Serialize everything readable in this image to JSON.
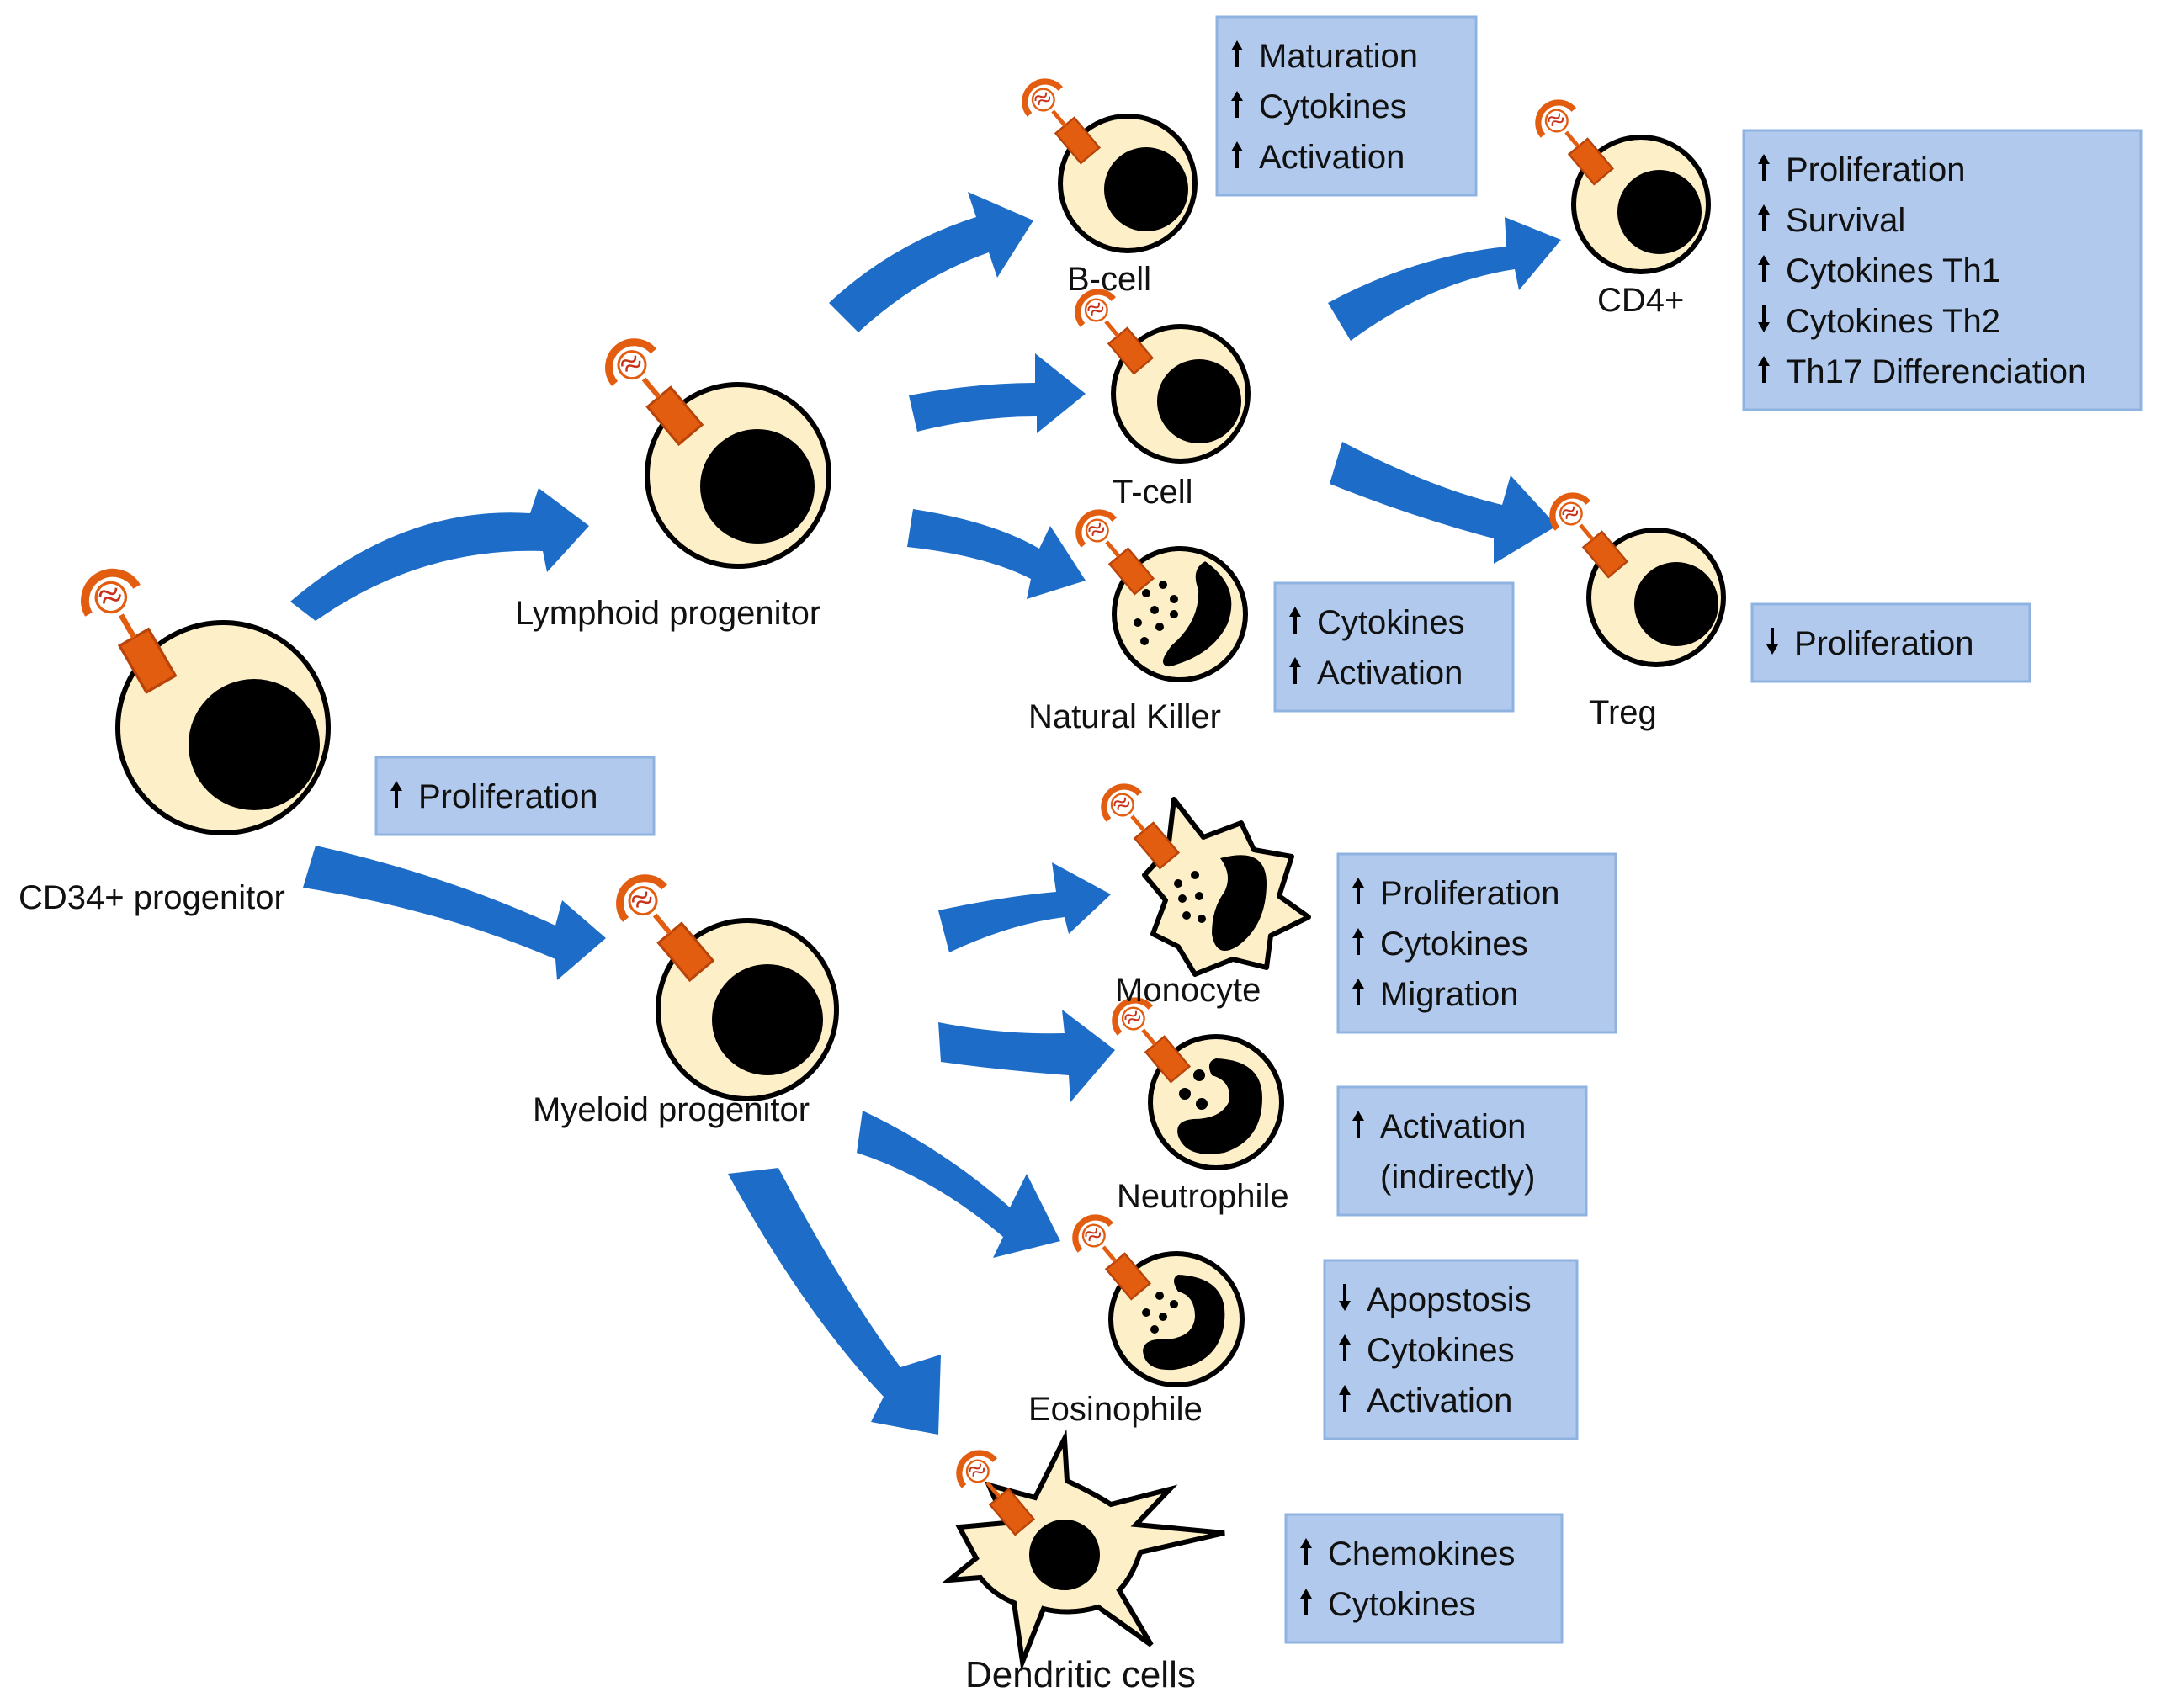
{
  "colors": {
    "arrow": "#1c6cc8",
    "cell_fill": "#fdf0c8",
    "cell_stroke": "#000000",
    "nucleus": "#000000",
    "receptor": "#e35d11",
    "effect_box_fill": "#b0c9ec",
    "effect_box_stroke": "#8fb3e0"
  },
  "cells": {
    "cd34": "CD34+ progenitor",
    "lymphoid": "Lymphoid progenitor",
    "myeloid": "Myeloid progenitor",
    "bcell": "B-cell",
    "tcell": "T-cell",
    "nk": "Natural Killer",
    "cd4": "CD4+",
    "treg": "Treg",
    "monocyte": "Monocyte",
    "neutrophile": "Neutrophile",
    "eosinophile": "Eosinophile",
    "dendritic": "Dendritic cells"
  },
  "effects": {
    "cd34": [
      {
        "dir": "up",
        "text": "Proliferation"
      }
    ],
    "bcell": [
      {
        "dir": "up",
        "text": "Maturation"
      },
      {
        "dir": "up",
        "text": "Cytokines"
      },
      {
        "dir": "up",
        "text": "Activation"
      }
    ],
    "cd4": [
      {
        "dir": "up",
        "text": "Proliferation"
      },
      {
        "dir": "up",
        "text": "Survival"
      },
      {
        "dir": "up",
        "text": "Cytokines Th1"
      },
      {
        "dir": "down",
        "text": "Cytokines Th2"
      },
      {
        "dir": "up",
        "text": "Th17 Differenciation"
      }
    ],
    "nk": [
      {
        "dir": "up",
        "text": "Cytokines"
      },
      {
        "dir": "up",
        "text": "Activation"
      }
    ],
    "treg": [
      {
        "dir": "down",
        "text": "Proliferation"
      }
    ],
    "monocyte": [
      {
        "dir": "up",
        "text": "Proliferation"
      },
      {
        "dir": "up",
        "text": "Cytokines"
      },
      {
        "dir": "up",
        "text": "Migration"
      }
    ],
    "neutrophile": [
      {
        "dir": "up",
        "text": "Activation"
      },
      {
        "dir": "none",
        "text": "(indirectly)"
      }
    ],
    "eosinophile": [
      {
        "dir": "down",
        "text": "Apopstosis"
      },
      {
        "dir": "up",
        "text": "Cytokines"
      },
      {
        "dir": "up",
        "text": "Activation"
      }
    ],
    "dendritic": [
      {
        "dir": "up",
        "text": "Chemokines"
      },
      {
        "dir": "up",
        "text": "Cytokines"
      }
    ]
  }
}
